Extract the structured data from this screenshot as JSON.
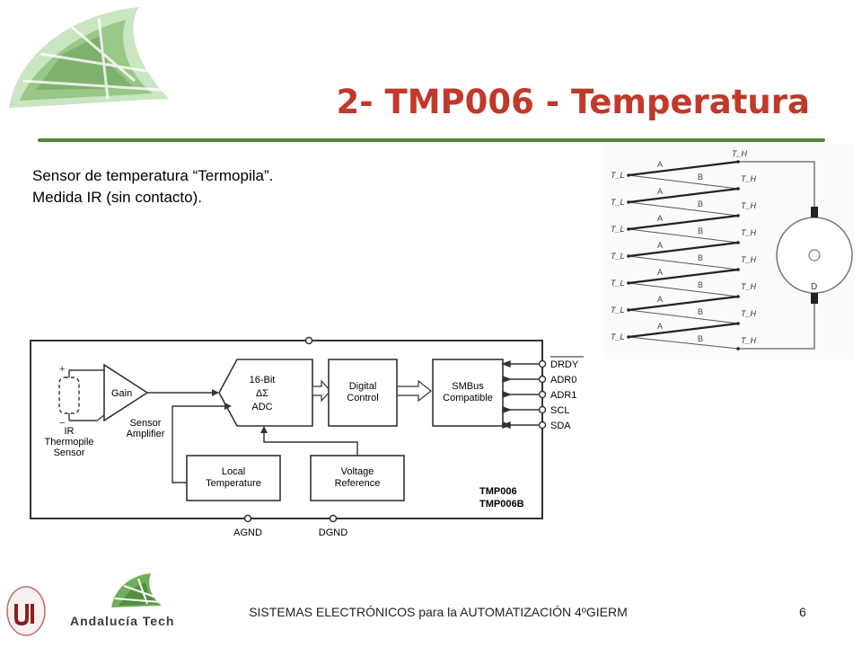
{
  "slide": {
    "title": "2- TMP006 - Temperatura",
    "body_lines": [
      "Sensor de temperatura “Termopila”.",
      "Medida IR (sin contacto)."
    ],
    "footer": "SISTEMAS ELECTRÓNICOS para la AUTOMATIZACIÓN 4ºGIERM",
    "page_number": "6",
    "footer_logo_text": "Andalucía Tech"
  },
  "colors": {
    "title": "#c0392b",
    "rule": "#4e8a3b",
    "logo_green": "#6fae5a"
  },
  "thermopile_diagram": {
    "left_labels": [
      "T_L",
      "T_L",
      "T_L",
      "T_L",
      "T_L",
      "T_L",
      "T_L"
    ],
    "right_labels": [
      "T_H",
      "T_H",
      "T_H",
      "T_H",
      "T_H",
      "T_H",
      "T_H",
      "T_H"
    ],
    "label_a": "A",
    "label_b": "B",
    "detector_label": "D"
  },
  "block_diagram": {
    "ir_sensor_lines": [
      "IR",
      "Thermopile",
      "Sensor"
    ],
    "gain": "Gain",
    "sensor_amplifier_lines": [
      "Sensor",
      "Amplifier"
    ],
    "adc_lines": [
      "16-Bit",
      "ΔΣ",
      "ADC"
    ],
    "digital_control_lines": [
      "Digital",
      "Control"
    ],
    "smbus_lines": [
      "SMBus",
      "Compatible"
    ],
    "local_temperature_lines": [
      "Local",
      "Temperature"
    ],
    "voltage_reference_lines": [
      "Voltage",
      "Reference"
    ],
    "pins": [
      "DRDY",
      "ADR0",
      "ADR1",
      "SCL",
      "SDA"
    ],
    "part_names": [
      "TMP006",
      "TMP006B"
    ],
    "ground_pins": [
      "AGND",
      "DGND"
    ],
    "plus_sign": "+",
    "minus_sign": "−"
  }
}
